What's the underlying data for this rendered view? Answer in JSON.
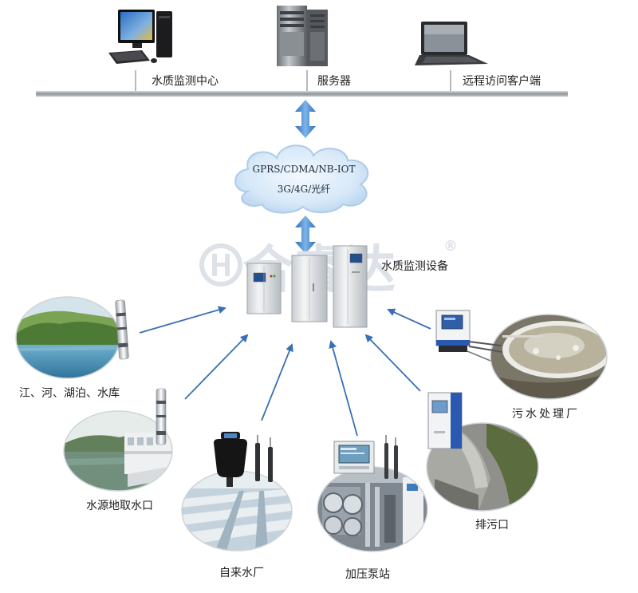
{
  "top_nodes": [
    {
      "label": "水质监测中心",
      "icon": "desktop-computer-icon"
    },
    {
      "label": "服务器",
      "icon": "server-tower-icon"
    },
    {
      "label": "远程访问客户端",
      "icon": "laptop-icon"
    }
  ],
  "network": {
    "line1": "GPRS/CDMA/NB-IOT",
    "line2": "3G/4G/光纤"
  },
  "device_label": "水质监测设备",
  "watermark": {
    "text": "合睿达",
    "mark": "®"
  },
  "sites": [
    {
      "label": "江、河、湖泊、水库"
    },
    {
      "label": "水源地取水口"
    },
    {
      "label": "自来水厂"
    },
    {
      "label": "加压泵站"
    },
    {
      "label": "排污口"
    },
    {
      "label": "污水处理厂"
    }
  ],
  "colors": {
    "arrow": "#3a6fb5",
    "double_arrow": "#3e80c8",
    "bus": "#9ea3a8"
  }
}
